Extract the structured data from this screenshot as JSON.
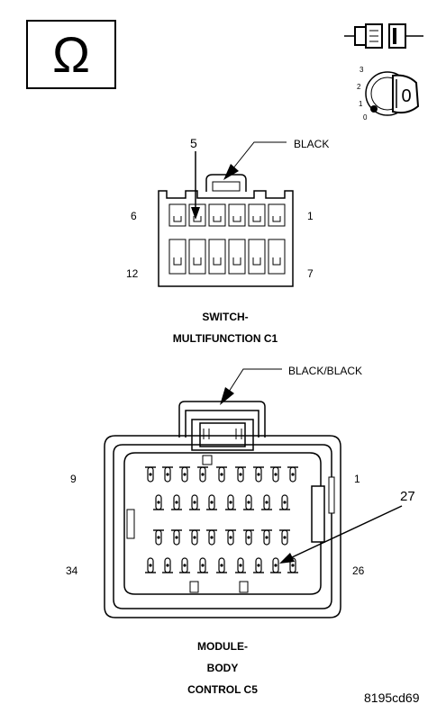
{
  "icons": {
    "ohm_symbol": "Ω",
    "ignition_key_label": "0",
    "ignition_positions": [
      "3",
      "2",
      "1",
      "0"
    ]
  },
  "connector_c1": {
    "wire_color": "BLACK",
    "callout_pin": "5",
    "pin_top_left": "6",
    "pin_top_right": "1",
    "pin_bottom_left": "12",
    "pin_bottom_right": "7",
    "title_line1": "SWITCH-",
    "title_line2": "MULTIFUNCTION C1"
  },
  "connector_c5": {
    "wire_color": "BLACK/BLACK",
    "callout_pin": "27",
    "pin_top_left": "9",
    "pin_top_right": "1",
    "pin_bottom_left": "34",
    "pin_bottom_right": "26",
    "title_line1": "MODULE-",
    "title_line2": "BODY",
    "title_line3": "CONTROL C5"
  },
  "figure_id": "8195cd69"
}
